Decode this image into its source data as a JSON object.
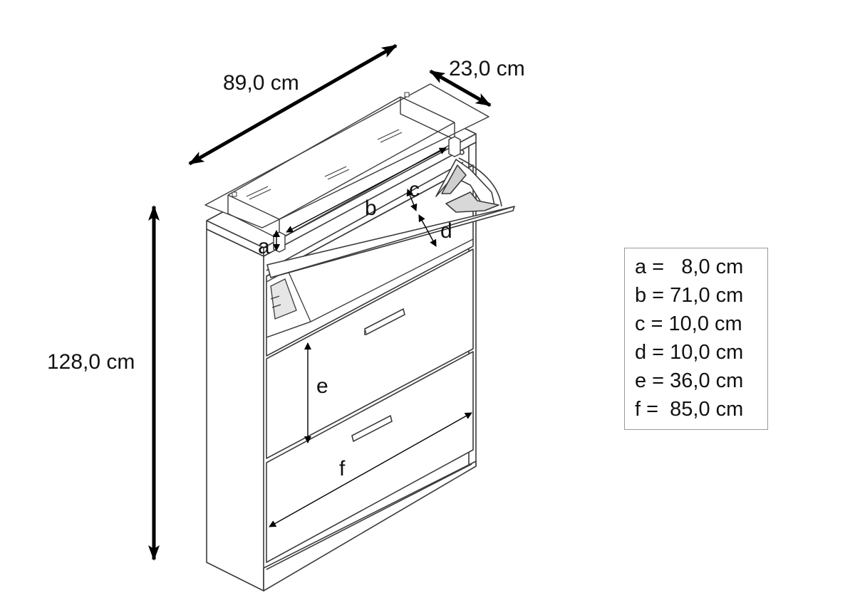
{
  "dimensions": {
    "width": "89,0 cm",
    "depth": "23,0 cm",
    "height": "128,0 cm"
  },
  "labels": {
    "a": "a",
    "b": "b",
    "c": "c",
    "d": "d",
    "e": "e",
    "f": "f"
  },
  "legend": [
    "a =   8,0 cm",
    "b = 71,0 cm",
    "c = 10,0 cm",
    "d = 10,0 cm",
    "e = 36,0 cm",
    "f =  85,0 cm"
  ]
}
